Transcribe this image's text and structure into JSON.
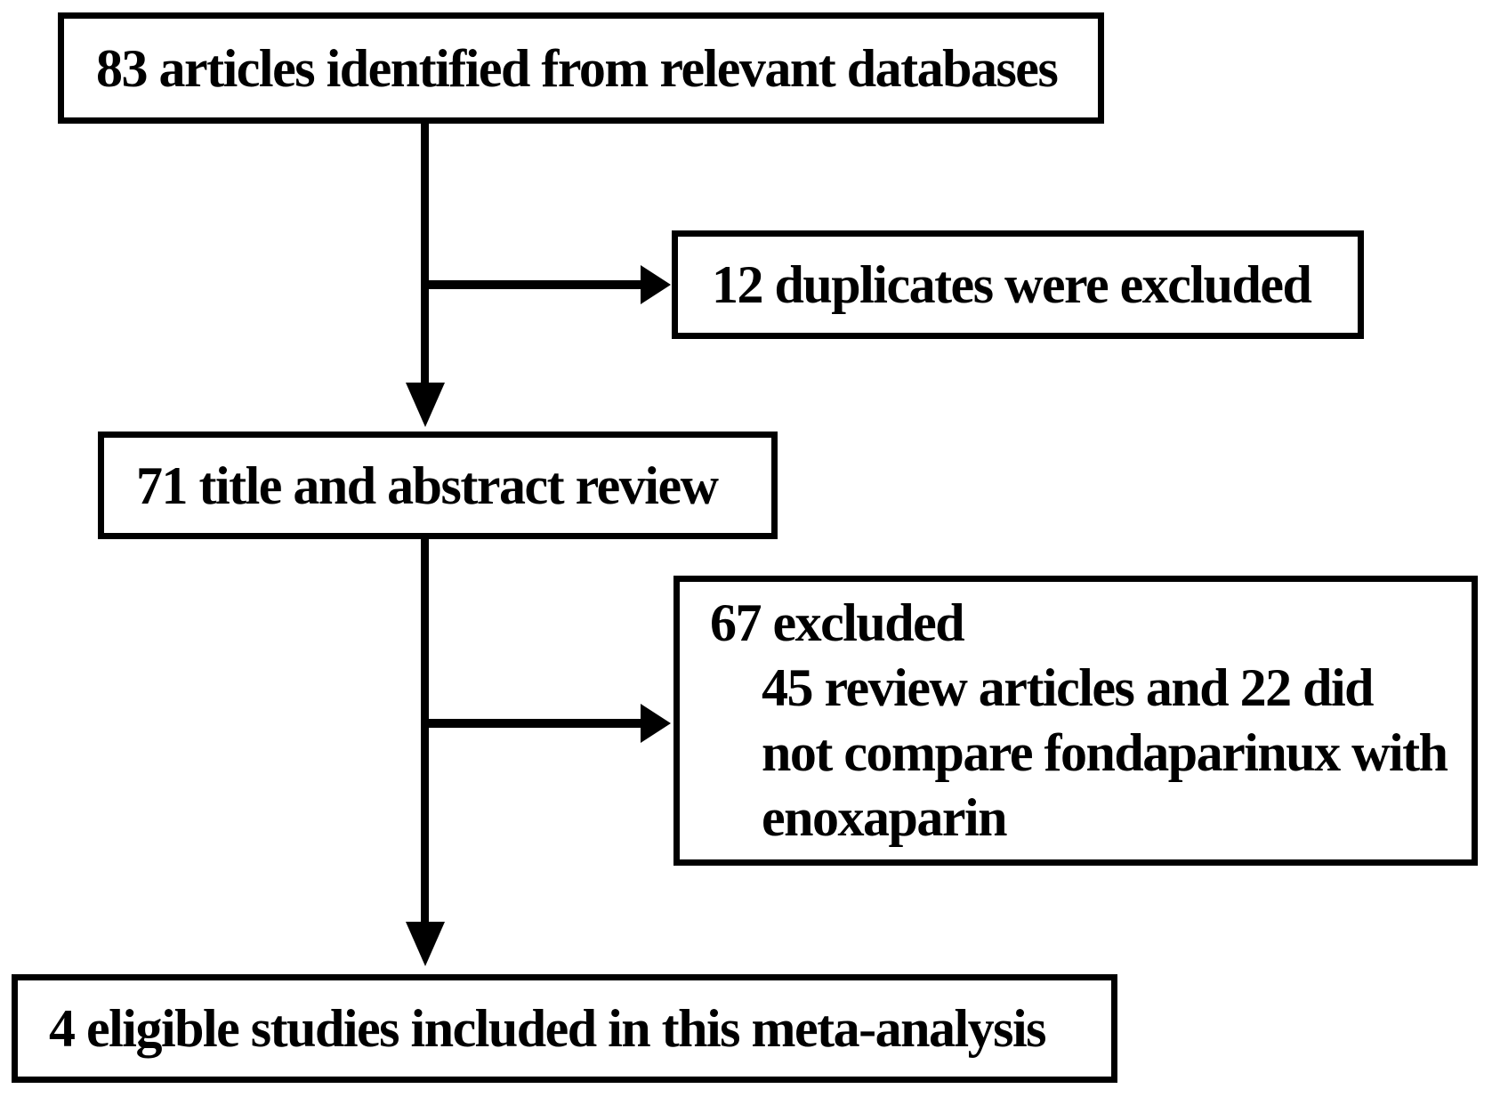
{
  "diagram": {
    "type": "flowchart",
    "colors": {
      "line": "#000000",
      "background": "#ffffff",
      "text": "#000000"
    },
    "nodes": {
      "identified": {
        "label": "83 articles identified from relevant databases"
      },
      "duplicates_excluded": {
        "label": "12 duplicates were excluded"
      },
      "title_abstract_review": {
        "label": "71 title and abstract review"
      },
      "excluded": {
        "lines": [
          "67 excluded",
          "45 review articles and 22 did",
          "not compare fondaparinux with",
          "enoxaparin"
        ]
      },
      "eligible": {
        "label": "4 eligible studies included in this meta-analysis"
      }
    }
  }
}
